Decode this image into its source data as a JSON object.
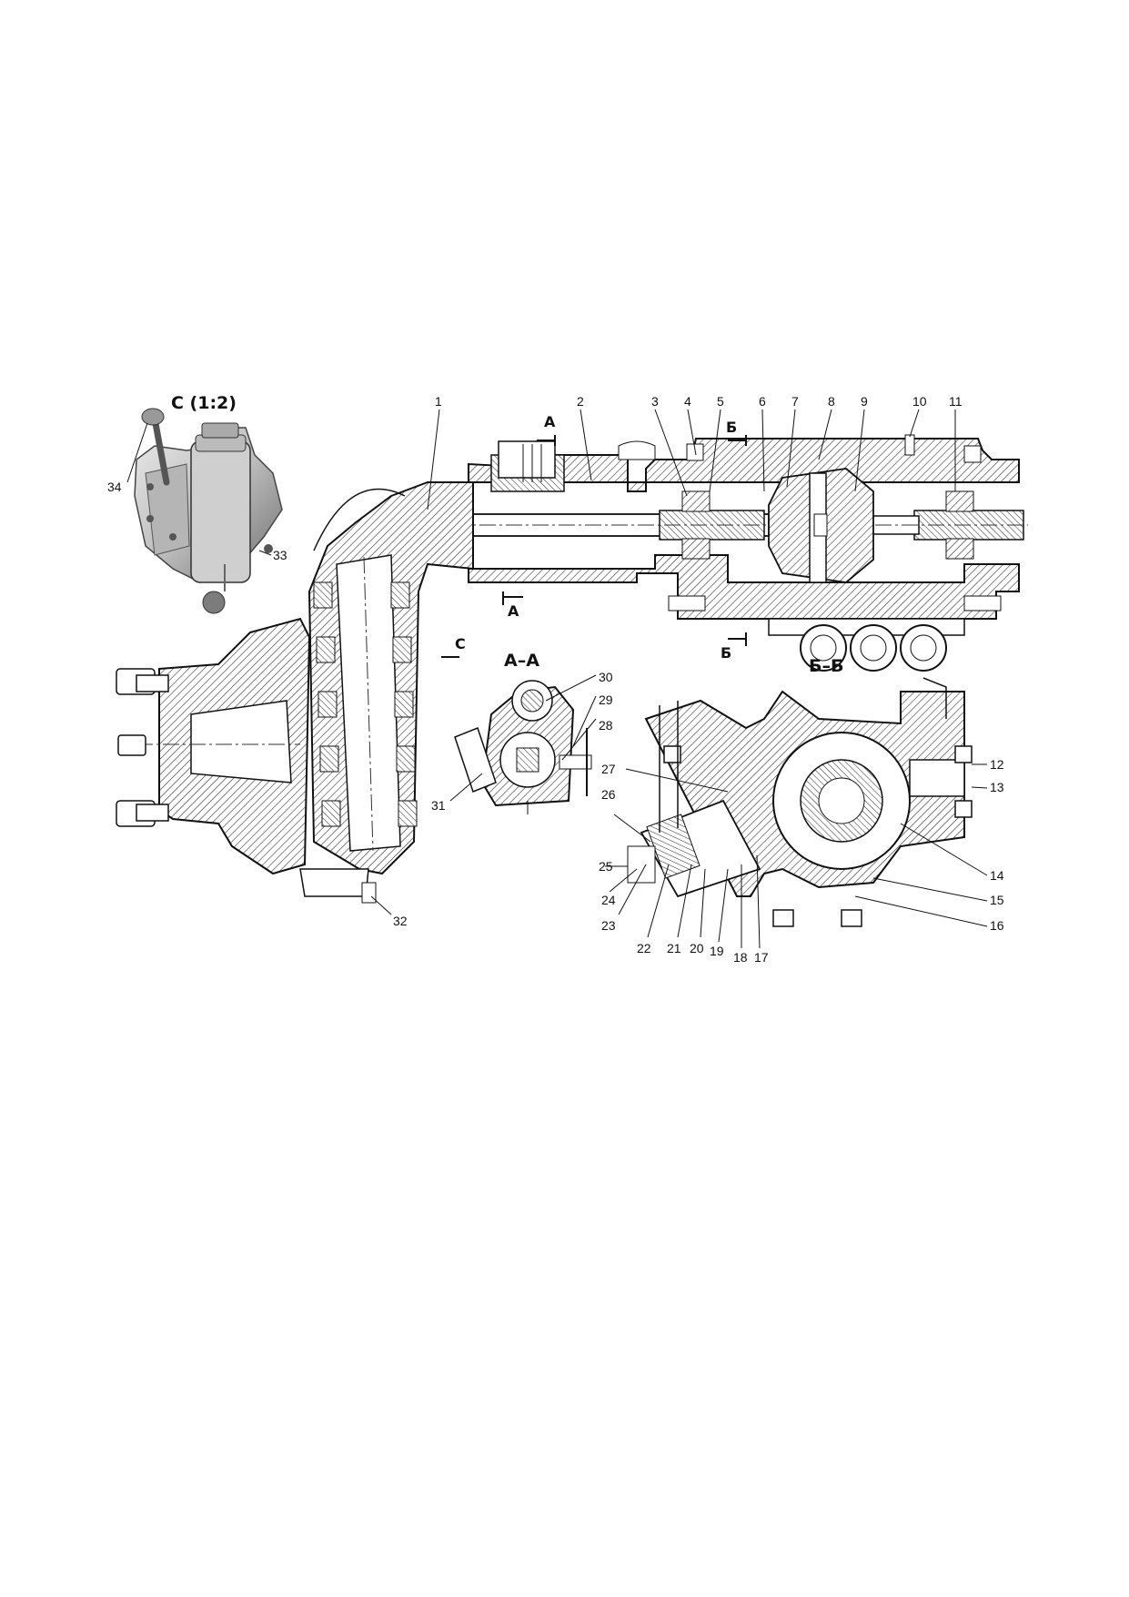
{
  "views": {
    "detail": "C (1:2)",
    "section_a": "A–A",
    "section_b": "Б–Б"
  },
  "section_marks": {
    "a": "А",
    "b": "Б",
    "c": "С"
  },
  "callouts": [
    "1",
    "2",
    "3",
    "4",
    "5",
    "6",
    "7",
    "8",
    "9",
    "10",
    "11",
    "12",
    "13",
    "14",
    "15",
    "16",
    "17",
    "18",
    "19",
    "20",
    "21",
    "22",
    "23",
    "24",
    "25",
    "26",
    "27",
    "28",
    "29",
    "30",
    "31",
    "32",
    "33",
    "34"
  ]
}
